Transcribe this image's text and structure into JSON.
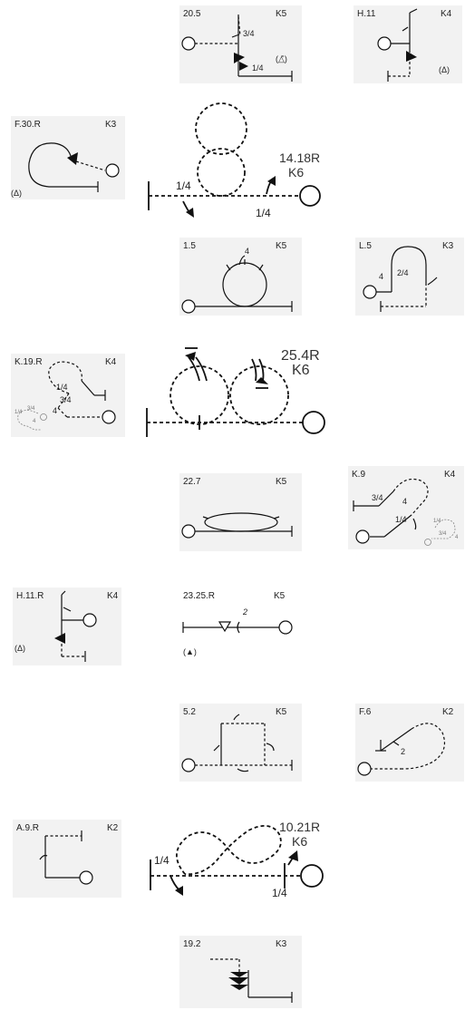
{
  "figures": [
    {
      "id": "20.5",
      "code": "20.5",
      "level": "K5",
      "marks": [
        "3/4",
        "1/4"
      ],
      "note": "(△̄)"
    },
    {
      "id": "H.11",
      "code": "H.11",
      "level": "K4",
      "note": "(Δ)"
    },
    {
      "id": "F.30.R",
      "code": "F.30.R",
      "level": "K3",
      "note": "(Δ)"
    },
    {
      "id": "14.18R",
      "code": "14.18R",
      "level": "K6",
      "marks": [
        "1/4",
        "1/4"
      ]
    },
    {
      "id": "1.5",
      "code": "1.5",
      "level": "K5",
      "marks": [
        "4"
      ]
    },
    {
      "id": "L.5",
      "code": "L.5",
      "level": "K3",
      "marks": [
        "4",
        "2/4"
      ]
    },
    {
      "id": "K.19.R",
      "code": "K.19.R",
      "level": "K4",
      "marks": [
        "1/4",
        "3/4",
        "4"
      ],
      "mini_marks": [
        "1/4",
        "3/4",
        "4"
      ]
    },
    {
      "id": "25.4R",
      "code": "25.4R",
      "level": "K6"
    },
    {
      "id": "22.7",
      "code": "22.7",
      "level": "K5"
    },
    {
      "id": "K.9",
      "code": "K.9",
      "level": "K4",
      "marks": [
        "3/4",
        "4",
        "1/4"
      ],
      "mini_marks": [
        "1/4",
        "3/4",
        "4"
      ]
    },
    {
      "id": "H.11.R",
      "code": "H.11.R",
      "level": "K4",
      "note": "(Δ)"
    },
    {
      "id": "23.25.R",
      "code": "23.25.R",
      "level": "K5",
      "marks": [
        "2"
      ],
      "note": "(▲)"
    },
    {
      "id": "5.2",
      "code": "5.2",
      "level": "K5"
    },
    {
      "id": "F.6",
      "code": "F.6",
      "level": "K2",
      "marks": [
        "2"
      ]
    },
    {
      "id": "A.9.R",
      "code": "A.9.R",
      "level": "K2"
    },
    {
      "id": "10.21R",
      "code": "10.21R",
      "level": "K6",
      "marks": [
        "1/4",
        "1/4"
      ]
    },
    {
      "id": "19.2",
      "code": "19.2",
      "level": "K3"
    }
  ]
}
